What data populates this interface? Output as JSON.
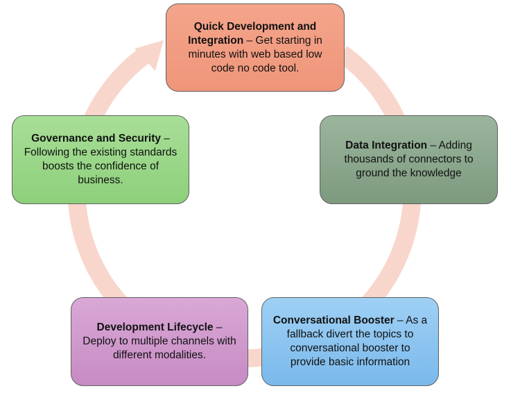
{
  "diagram": {
    "nodes": [
      {
        "title": "Quick Development and Integration",
        "separator": " – ",
        "description": "Get starting in minutes with web based low code no code tool.",
        "fill": "#f4a58b"
      },
      {
        "title": "Data Integration",
        "separator": " – ",
        "description": "Adding thousands of connectors to ground the knowledge",
        "fill": "#8ea890"
      },
      {
        "title": "Conversational Booster",
        "separator": " – ",
        "description": "As a fallback divert the topics to conversational booster to provide basic information",
        "fill": "#8fc6f1"
      },
      {
        "title": "Development Lifecycle",
        "separator": " – ",
        "description": "Deploy to multiple channels with different modalities.",
        "fill": "#d19ccd"
      },
      {
        "title": "Governance and Security",
        "separator": " – ",
        "description": "Following the existing standards boosts the confidence of business.",
        "fill": "#9bd88a"
      }
    ],
    "cycle_arrow_color": "#f8d6cc"
  }
}
